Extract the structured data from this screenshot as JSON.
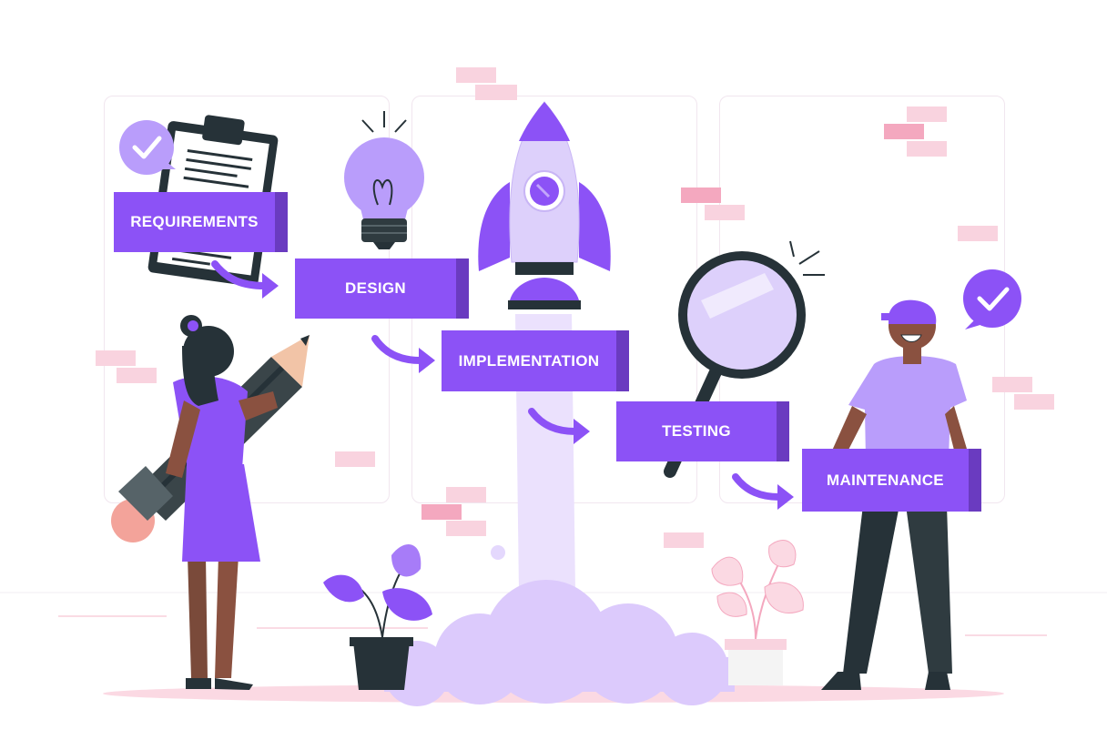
{
  "steps": [
    {
      "label": "REQUIREMENTS"
    },
    {
      "label": "DESIGN"
    },
    {
      "label": "IMPLEMENTATION"
    },
    {
      "label": "TESTING"
    },
    {
      "label": "MAINTENANCE"
    }
  ],
  "colors": {
    "accent": "#8c52f6",
    "accent_dark": "#6a3bc0",
    "accent_light": "#d8c8fb",
    "pink": "#f9d3df",
    "pink_dark": "#f4a8bf",
    "ink": "#263238"
  },
  "icons": [
    "clipboard-icon",
    "lightbulb-icon",
    "rocket-icon",
    "magnifying-glass-icon",
    "check-bubble-icon",
    "plant-icon",
    "pencil-icon"
  ]
}
